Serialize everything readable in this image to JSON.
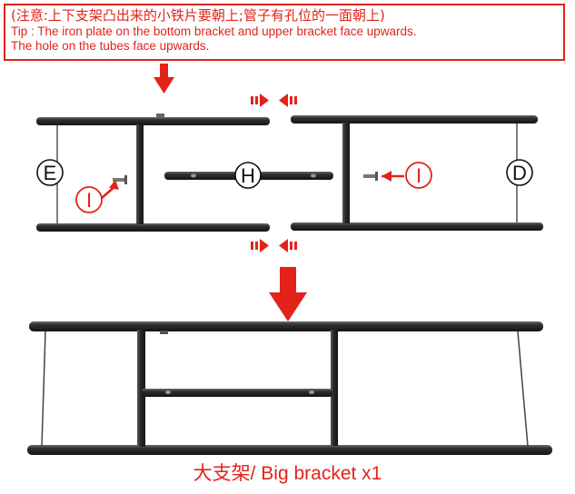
{
  "note": {
    "chinese": "(注意:上下支架凸出来的小铁片要朝上;管子有孔位的一面朝上)",
    "english_line1": "Tip : The iron plate on the bottom bracket and upper bracket face upwards.",
    "english_line2": "The hole on the tubes face upwards."
  },
  "parts": {
    "left_frame": "E",
    "middle_tube": "H",
    "right_frame": "D",
    "screw_left": "I",
    "screw_right": "I"
  },
  "caption": "大支架/ Big bracket x1",
  "colors": {
    "accent": "#e2231a",
    "tube": "#2e2e2e"
  }
}
